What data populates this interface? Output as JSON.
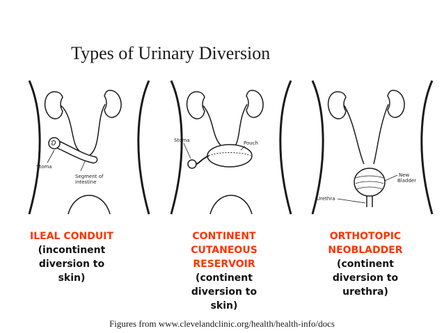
{
  "title": "Types of Urinary Diversion",
  "panels": [
    {
      "labels": {
        "stoma": "Stoma",
        "segment": "Segment of",
        "segment2": "intestine"
      },
      "caption_name_lines": [
        "ILEAL CONDUIT"
      ],
      "caption_desc_lines": [
        "(incontinent",
        "diversion to",
        "skin)"
      ]
    },
    {
      "labels": {
        "stoma": "Stoma",
        "pouch": "Pouch"
      },
      "caption_name_lines": [
        "CONTINENT",
        "CUTANEOUS",
        "RESERVOIR"
      ],
      "caption_desc_lines": [
        "(continent",
        "diversion to",
        "skin)"
      ]
    },
    {
      "labels": {
        "new": "New",
        "bladder": "Bladder",
        "urethra": "Urethra"
      },
      "caption_name_lines": [
        "ORTHOTOPIC",
        "NEOBLADDER"
      ],
      "caption_desc_lines": [
        "(continent",
        "diversion to",
        "urethra)"
      ]
    }
  ],
  "colors": {
    "caption_name": "#ff3300",
    "caption_desc": "#111111",
    "ink": "#1a1a1a"
  },
  "footer": "Figures from www.clevelandclinic.org/health/health-info/docs"
}
